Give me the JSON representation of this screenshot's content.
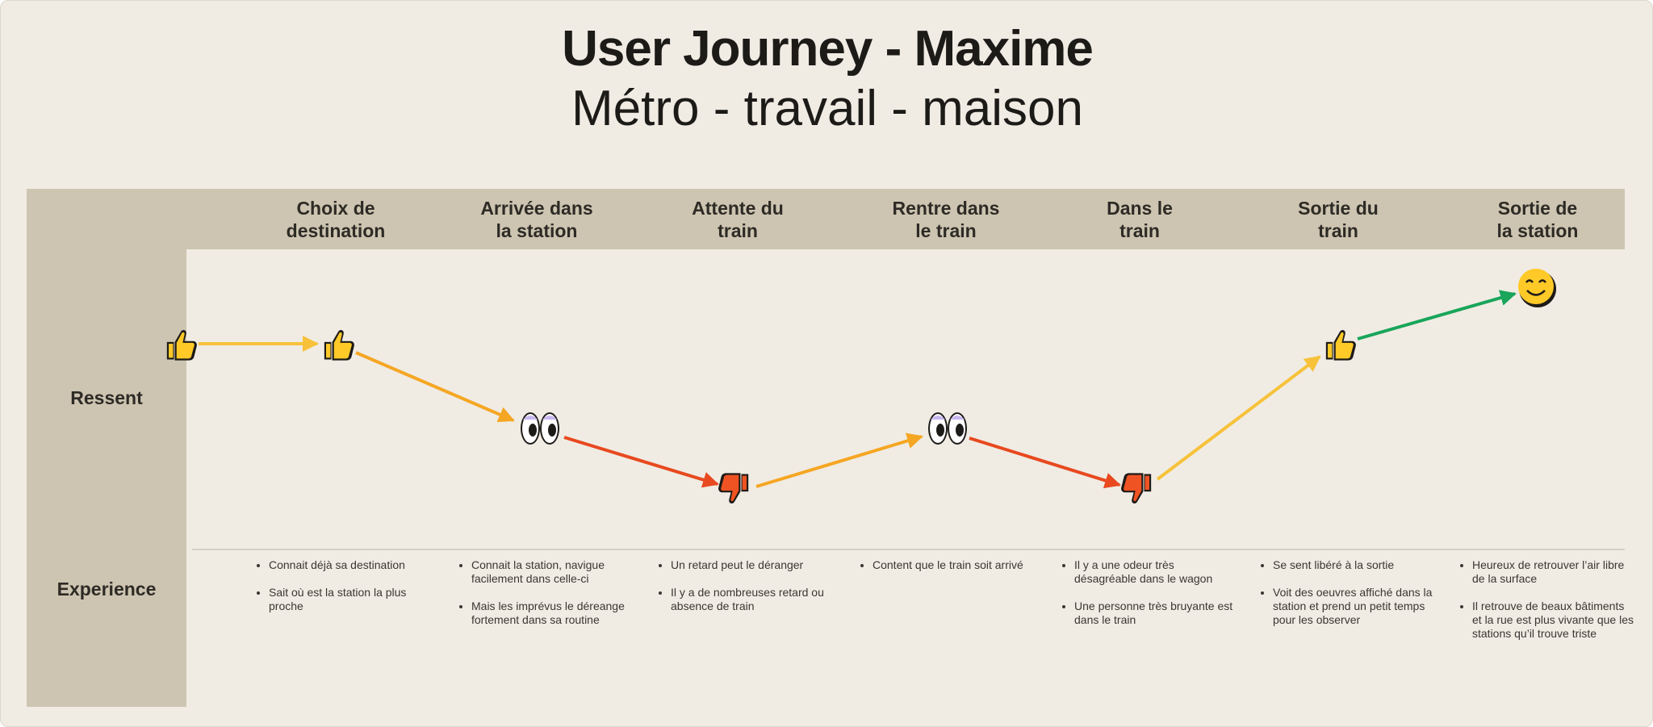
{
  "title": "User Journey - Maxime",
  "subtitle": "Métro - travail - maison",
  "row_labels": {
    "ressent": "Ressent",
    "experience": "Experience"
  },
  "stages": [
    {
      "label": "Choix de destination",
      "line1": "Choix de",
      "line2": "destination",
      "feeling": "thumbs-up-icon",
      "experience": [
        "Connait déjà sa destination",
        "Sait où est la station la plus proche"
      ]
    },
    {
      "label": "Arrivée dans la station",
      "line1": "Arrivée dans",
      "line2": "la station",
      "feeling": "eyes-icon",
      "experience": [
        "Connait la station, navigue facilement dans celle-ci",
        "Mais les imprévus le déreange fortement dans sa routine"
      ]
    },
    {
      "label": "Attente du train",
      "line1": "Attente du",
      "line2": "train",
      "feeling": "thumbs-down-icon",
      "experience": [
        "Un retard peut le déranger",
        "Il y a de nombreuses retard ou absence de train"
      ]
    },
    {
      "label": "Rentre dans le train",
      "line1": "Rentre dans",
      "line2": "le train",
      "feeling": "eyes-icon",
      "experience": [
        "Content que le train soit arrivé"
      ]
    },
    {
      "label": "Dans le train",
      "line1": "Dans le",
      "line2": "train",
      "feeling": "thumbs-down-icon",
      "experience": [
        "Il y a une odeur très désagréable dans le wagon",
        "Une personne très bruyante est dans le train"
      ]
    },
    {
      "label": "Sortie du train",
      "line1": "Sortie du",
      "line2": "train",
      "feeling": "thumbs-up-icon",
      "experience": [
        "Se sent libéré à la sortie",
        "Voit des oeuvres affiché dans la station et prend un petit temps pour les observer"
      ]
    },
    {
      "label": "Sortie de la station",
      "line1": "Sortie de",
      "line2": "la station",
      "feeling": "smiling-face-icon",
      "experience": [
        "Heureux de retrouver l’air libre de la surface",
        "Il retrouve de beaux bâtiments et la rue est plus vivante que les stations qu’il trouve triste"
      ]
    }
  ],
  "start_feeling": "thumbs-up-icon",
  "colors": {
    "background": "#f0ece4",
    "band": "#cdc5b1",
    "arrow_yellow": "#f7c23a",
    "arrow_orange": "#f5a623",
    "arrow_red": "#e8491f",
    "arrow_green": "#19a55a",
    "thumb_up": "#ffc928",
    "thumb_down": "#f05323"
  }
}
